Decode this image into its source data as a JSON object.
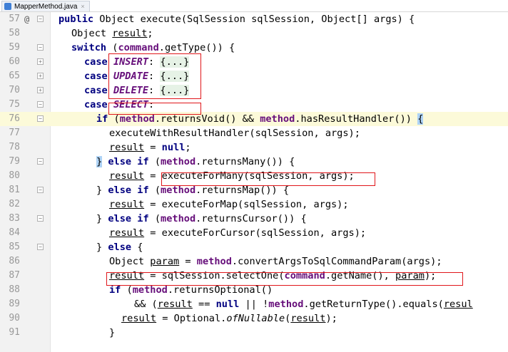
{
  "tab": {
    "filename": "MapperMethod.java",
    "close": "×"
  },
  "lines": [
    {
      "num": "57",
      "marker": "@",
      "fold": "−",
      "code": "public Object execute(SqlSession sqlSession, Object[] args) {"
    },
    {
      "num": "58",
      "fold": "",
      "code": "Object result;"
    },
    {
      "num": "59",
      "fold": "−",
      "code": "switch (command.getType()) {"
    },
    {
      "num": "60",
      "fold": "+",
      "code": "case INSERT: {...}"
    },
    {
      "num": "65",
      "fold": "+",
      "code": "case UPDATE: {...}"
    },
    {
      "num": "70",
      "fold": "+",
      "code": "case DELETE: {...}"
    },
    {
      "num": "75",
      "fold": "−",
      "code": "case SELECT:"
    },
    {
      "num": "76",
      "fold": "−",
      "code": "if (method.returnsVoid() && method.hasResultHandler()) {"
    },
    {
      "num": "77",
      "fold": "",
      "code": "executeWithResultHandler(sqlSession, args);"
    },
    {
      "num": "78",
      "fold": "",
      "code": "result = null;"
    },
    {
      "num": "79",
      "fold": "−",
      "code": "} else if (method.returnsMany()) {"
    },
    {
      "num": "80",
      "fold": "",
      "code": "result = executeForMany(sqlSession, args);"
    },
    {
      "num": "81",
      "fold": "−",
      "code": "} else if (method.returnsMap()) {"
    },
    {
      "num": "82",
      "fold": "",
      "code": "result = executeForMap(sqlSession, args);"
    },
    {
      "num": "83",
      "fold": "−",
      "code": "} else if (method.returnsCursor()) {"
    },
    {
      "num": "84",
      "fold": "",
      "code": "result = executeForCursor(sqlSession, args);"
    },
    {
      "num": "85",
      "fold": "−",
      "code": "} else {"
    },
    {
      "num": "86",
      "fold": "",
      "code": "Object param = method.convertArgsToSqlCommandParam(args);"
    },
    {
      "num": "87",
      "fold": "",
      "code": "result = sqlSession.selectOne(command.getName(), param);"
    },
    {
      "num": "88",
      "fold": "",
      "code": "if (method.returnsOptional()"
    },
    {
      "num": "89",
      "fold": "",
      "code": "&& (result == null || !method.getReturnType().equals(resul"
    },
    {
      "num": "90",
      "fold": "",
      "code": "result = Optional.ofNullable(result);"
    },
    {
      "num": "91",
      "fold": "",
      "code": "}"
    }
  ],
  "colors": {
    "keyword": "#000080",
    "field": "#660e7a",
    "highlight_line": "#fcfad9",
    "annotation_box": "#e0161a"
  }
}
